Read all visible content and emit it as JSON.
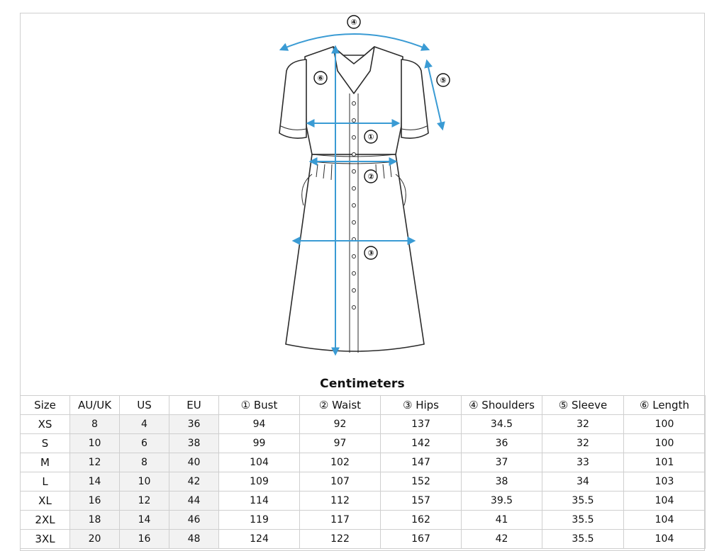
{
  "diagram": {
    "markers": [
      "④",
      "⑥",
      "⑤",
      "①",
      "②",
      "③"
    ]
  },
  "caption": "Centimeters",
  "table": {
    "headers": [
      "Size",
      "AU/UK",
      "US",
      "EU",
      "① Bust",
      "② Waist",
      "③ Hips",
      "④ Shoulders",
      "⑤ Sleeve",
      "⑥ Length"
    ],
    "rows": [
      [
        "XS",
        "8",
        "4",
        "36",
        "94",
        "92",
        "137",
        "34.5",
        "32",
        "100"
      ],
      [
        "S",
        "10",
        "6",
        "38",
        "99",
        "97",
        "142",
        "36",
        "32",
        "100"
      ],
      [
        "M",
        "12",
        "8",
        "40",
        "104",
        "102",
        "147",
        "37",
        "33",
        "101"
      ],
      [
        "L",
        "14",
        "10",
        "42",
        "109",
        "107",
        "152",
        "38",
        "34",
        "103"
      ],
      [
        "XL",
        "16",
        "12",
        "44",
        "114",
        "112",
        "157",
        "39.5",
        "35.5",
        "104"
      ],
      [
        "2XL",
        "18",
        "14",
        "46",
        "119",
        "117",
        "162",
        "41",
        "35.5",
        "104"
      ],
      [
        "3XL",
        "20",
        "16",
        "48",
        "124",
        "122",
        "167",
        "42",
        "35.5",
        "104"
      ]
    ]
  },
  "colors": {
    "dimension": "#3a9bd4",
    "border": "#cfcfcf",
    "shade": "#f2f2f2"
  }
}
